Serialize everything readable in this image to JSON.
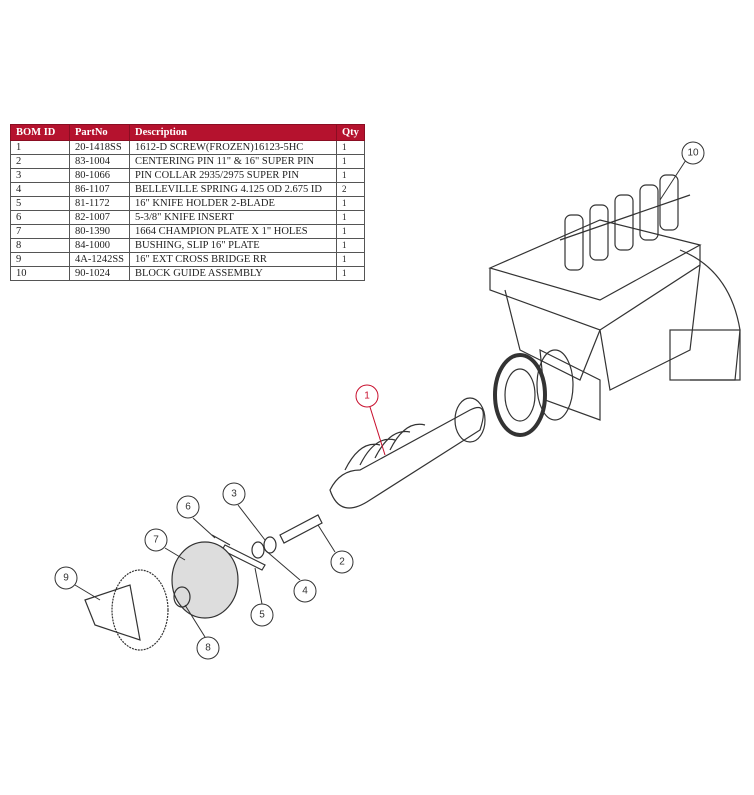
{
  "bom_table": {
    "headers": [
      "BOM ID",
      "PartNo",
      "Description",
      "Qty"
    ],
    "rows": [
      [
        "1",
        "20-1418SS",
        "1612-D SCREW(FROZEN)16123-5HC",
        "1"
      ],
      [
        "2",
        "83-1004",
        "CENTERING PIN 11\" & 16\" SUPER PIN",
        "1"
      ],
      [
        "3",
        "80-1066",
        "PIN COLLAR 2935/2975 SUPER PIN",
        "1"
      ],
      [
        "4",
        "86-1107",
        "BELLEVILLE SPRING 4.125 OD 2.675 ID",
        "2"
      ],
      [
        "5",
        "81-1172",
        "16\" KNIFE HOLDER 2-BLADE",
        "1"
      ],
      [
        "6",
        "82-1007",
        "5-3/8\" KNIFE INSERT",
        "1"
      ],
      [
        "7",
        "80-1390",
        "1664 CHAMPION PLATE X 1\" HOLES",
        "1"
      ],
      [
        "8",
        "84-1000",
        "BUSHING, SLIP 16\" PLATE",
        "1"
      ],
      [
        "9",
        "4A-1242SS",
        "16\" EXT CROSS BRIDGE RR",
        "1"
      ],
      [
        "10",
        "90-1024",
        "BLOCK GUIDE ASSEMBLY",
        "1"
      ]
    ]
  },
  "callouts": [
    "1",
    "2",
    "3",
    "4",
    "5",
    "6",
    "7",
    "8",
    "9",
    "10"
  ],
  "colors": {
    "header": "#b5122e",
    "highlight_callout": "#c8102e",
    "line": "#333333"
  }
}
